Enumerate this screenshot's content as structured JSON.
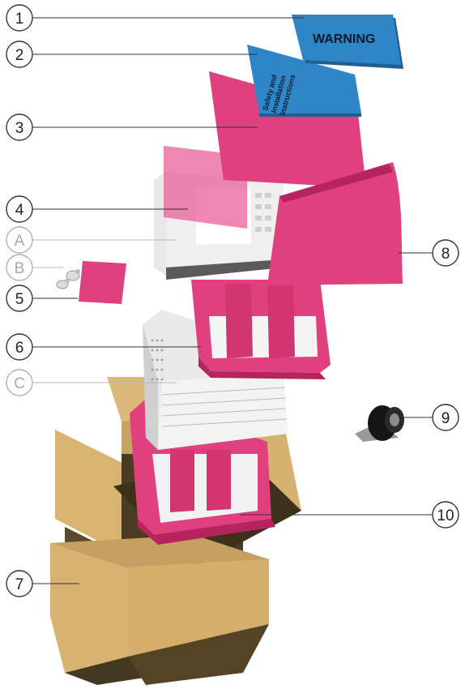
{
  "callouts": [
    {
      "id": "c1",
      "label": "1",
      "style": "dark"
    },
    {
      "id": "c2",
      "label": "2",
      "style": "dark"
    },
    {
      "id": "c3",
      "label": "3",
      "style": "dark"
    },
    {
      "id": "c4",
      "label": "4",
      "style": "dark"
    },
    {
      "id": "cA",
      "label": "A",
      "style": "light"
    },
    {
      "id": "cB",
      "label": "B",
      "style": "light"
    },
    {
      "id": "c5",
      "label": "5",
      "style": "dark"
    },
    {
      "id": "c6",
      "label": "6",
      "style": "dark"
    },
    {
      "id": "cC",
      "label": "C",
      "style": "light"
    },
    {
      "id": "c7",
      "label": "7",
      "style": "dark"
    },
    {
      "id": "c8",
      "label": "8",
      "style": "dark"
    },
    {
      "id": "c9",
      "label": "9",
      "style": "dark"
    },
    {
      "id": "c10",
      "label": "10",
      "style": "dark"
    }
  ],
  "warning_card": {
    "text": "WARNING"
  },
  "booklet": {
    "lines": [
      "Safety and",
      "Installation",
      "Instructions"
    ]
  },
  "colors": {
    "magenta": "#e0407d",
    "magenta_dark": "#b5245c",
    "blue": "#2f86c7",
    "blue_dark": "#1f5f94",
    "cardboard": "#d6b270",
    "cardboard_dark": "#5c4a2a",
    "device_grey": "#e6e6e6"
  }
}
